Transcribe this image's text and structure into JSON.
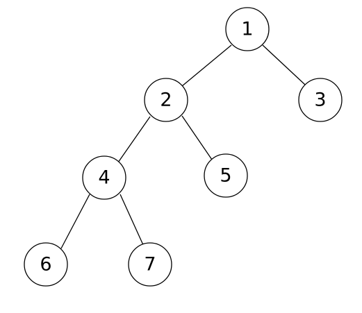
{
  "tree": {
    "nodes": [
      {
        "id": "n1",
        "label": "1"
      },
      {
        "id": "n2",
        "label": "2"
      },
      {
        "id": "n3",
        "label": "3"
      },
      {
        "id": "n4",
        "label": "4"
      },
      {
        "id": "n5",
        "label": "5"
      },
      {
        "id": "n6",
        "label": "6"
      },
      {
        "id": "n7",
        "label": "7"
      }
    ],
    "edges": [
      {
        "from": "n1",
        "to": "n2"
      },
      {
        "from": "n1",
        "to": "n3"
      },
      {
        "from": "n2",
        "to": "n4"
      },
      {
        "from": "n2",
        "to": "n5"
      },
      {
        "from": "n4",
        "to": "n6"
      },
      {
        "from": "n4",
        "to": "n7"
      }
    ]
  }
}
